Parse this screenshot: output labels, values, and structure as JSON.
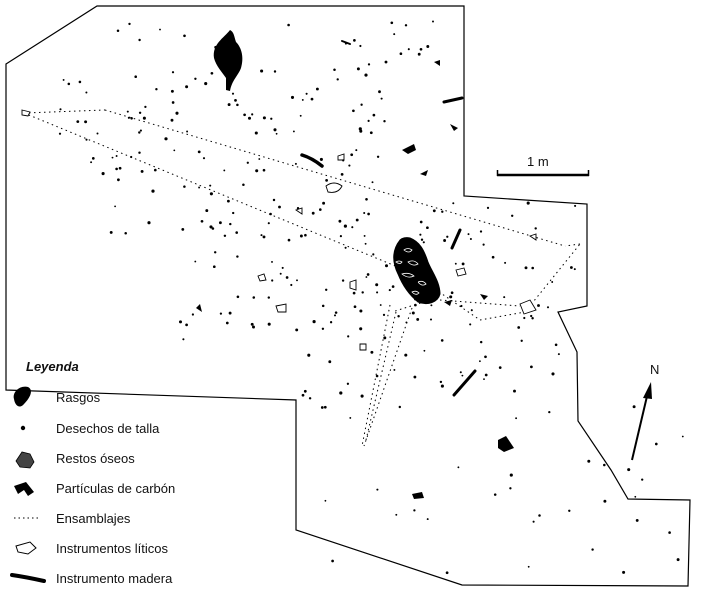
{
  "legend": {
    "title": "Leyenda",
    "items": [
      {
        "label": "Rasgos",
        "icon": "feature-blob-icon"
      },
      {
        "label": "Desechos de talla",
        "icon": "debitage-dot-icon"
      },
      {
        "label": "Restos óseos",
        "icon": "bone-remains-icon"
      },
      {
        "label": "Partículas de carbón",
        "icon": "charcoal-particle-icon"
      },
      {
        "label": "Ensamblajes",
        "icon": "refit-dotted-line-icon"
      },
      {
        "label": "Instrumentos líticos",
        "icon": "lithic-tool-icon"
      },
      {
        "label": "Instrumento madera",
        "icon": "wooden-tool-icon"
      }
    ]
  },
  "scale_bar": {
    "label": "1 m"
  },
  "north_arrow": {
    "label": "N"
  },
  "colors": {
    "ink": "#000000",
    "background": "#ffffff",
    "outline": "#444444"
  }
}
